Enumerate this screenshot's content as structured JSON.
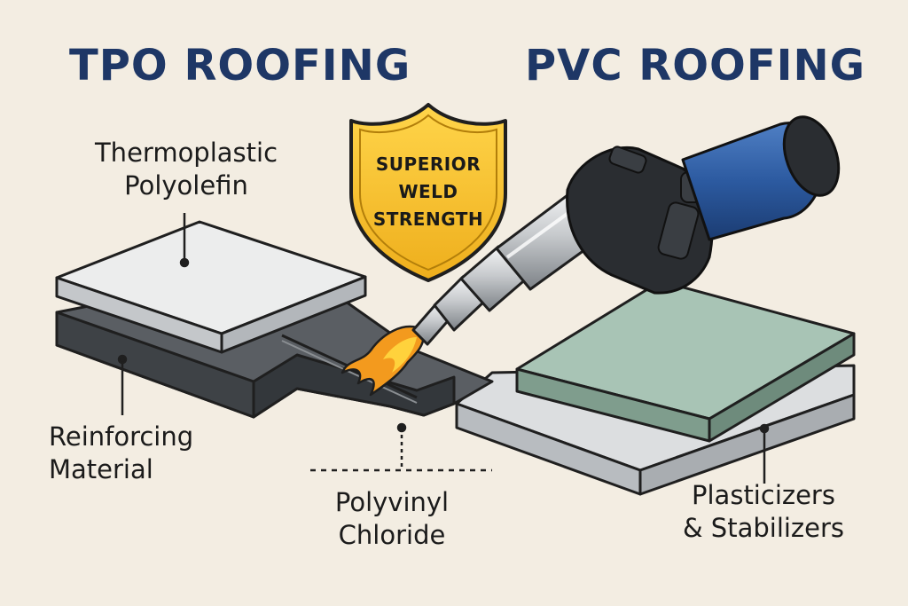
{
  "headings": {
    "tpo": "TPO ROOFING",
    "pvc": "PVC ROOFING"
  },
  "badge": {
    "lines": [
      "SUPERIOR",
      "WELD",
      "STRENGTH"
    ],
    "color": "#f2c12e"
  },
  "labels": {
    "tpo_material": [
      "Thermoplastic",
      "Polyolefin"
    ],
    "reinforcing": [
      "Reinforcing",
      "Material"
    ],
    "pvc_material": [
      "Polyvinyl",
      "Chloride"
    ],
    "additives": [
      "Plasticizers",
      "& Stabilizers"
    ]
  },
  "colors": {
    "background": "#f3ede2",
    "heading": "#1e3766",
    "tpo_membrane": "#e9eaea",
    "tpo_base": "#4c5055",
    "pvc_membrane": "#a8c4b5",
    "pvc_base": "#d4d6d8",
    "welder_body": "#2c5aa0",
    "flame": "#f39a1e"
  },
  "icons": {
    "welder": "heat-gun-icon",
    "flame": "flame-icon",
    "badge": "shield-icon"
  }
}
